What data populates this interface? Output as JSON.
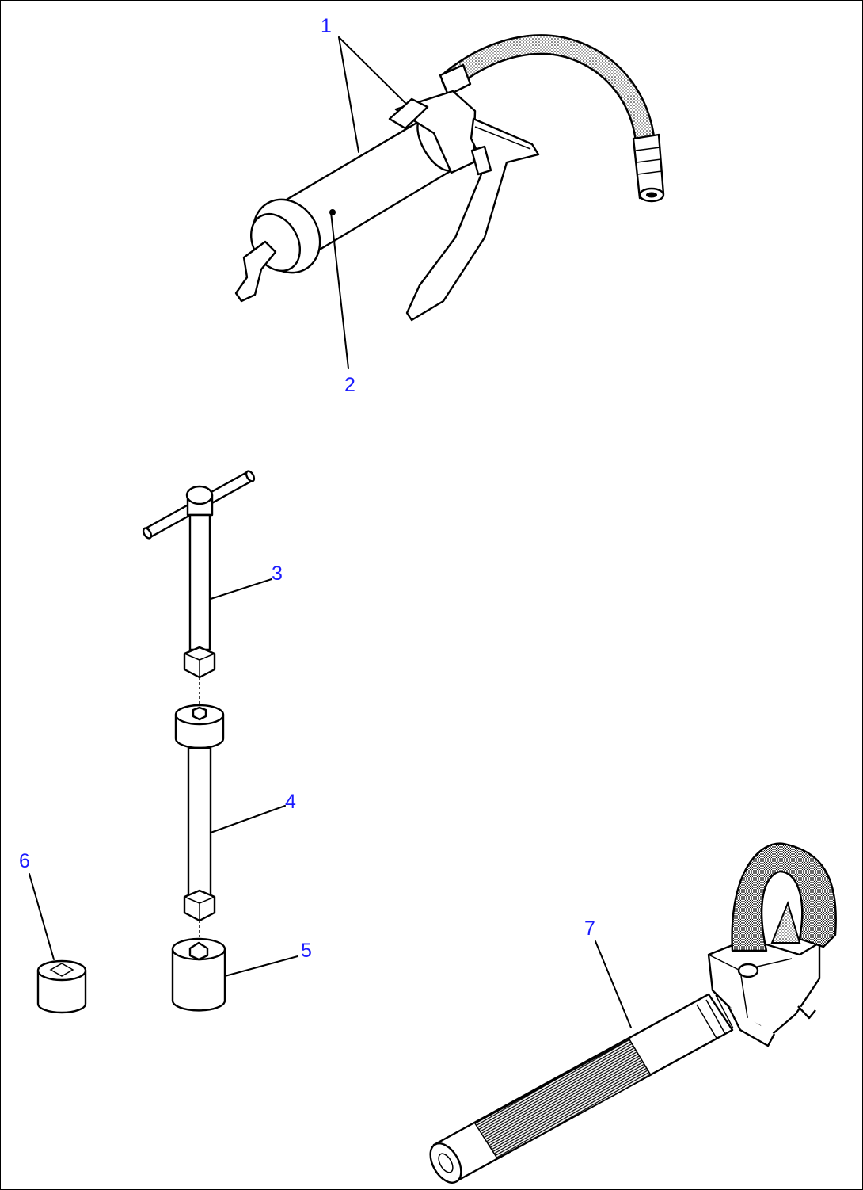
{
  "callouts": [
    {
      "id": "1",
      "label": "1"
    },
    {
      "id": "2",
      "label": "2"
    },
    {
      "id": "3",
      "label": "3"
    },
    {
      "id": "4",
      "label": "4"
    },
    {
      "id": "5",
      "label": "5"
    },
    {
      "id": "6",
      "label": "6"
    },
    {
      "id": "7",
      "label": "7"
    }
  ],
  "colors": {
    "callout": "#1a1aff",
    "line": "#000000",
    "background": "#ffffff"
  }
}
